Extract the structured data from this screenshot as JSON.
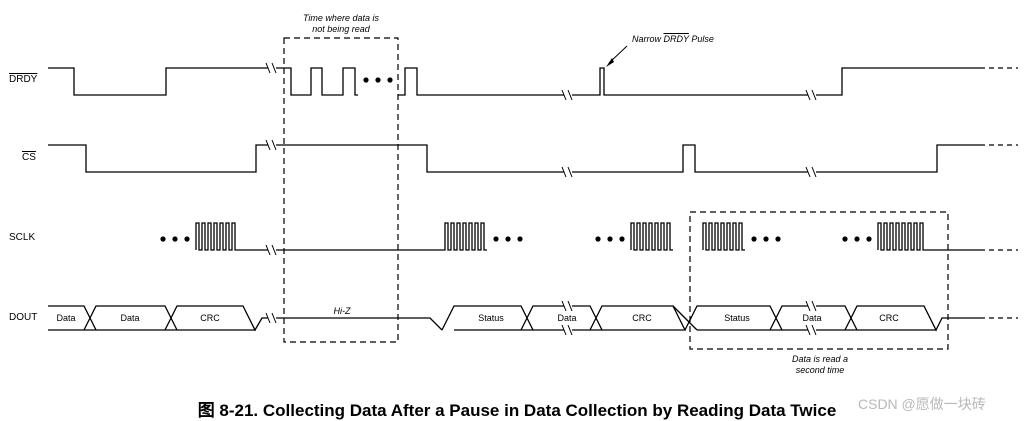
{
  "signals": {
    "drdy": "DRDY",
    "cs": "CS",
    "sclk": "SCLK",
    "dout": "DOUT"
  },
  "annotations": {
    "not_read_line1": "Time where data is",
    "not_read_line2": "not being read",
    "narrow_pulse_prefix": "Narrow ",
    "narrow_pulse_signal": "DRDY",
    "narrow_pulse_suffix": " Pulse",
    "read_twice_line1": "Data is read a",
    "read_twice_line2": "second time"
  },
  "dout_fields": {
    "data1": "Data",
    "data2": "Data",
    "crc1": "CRC",
    "hiz": "Hi-Z",
    "status1": "Status",
    "data3": "Data",
    "crc2": "CRC",
    "status2": "Status",
    "data4": "Data",
    "crc3": "CRC"
  },
  "caption": "图 8-21. Collecting Data After a Pause in Data Collection by Reading Data Twice",
  "watermark": "CSDN @愿做一块砖"
}
